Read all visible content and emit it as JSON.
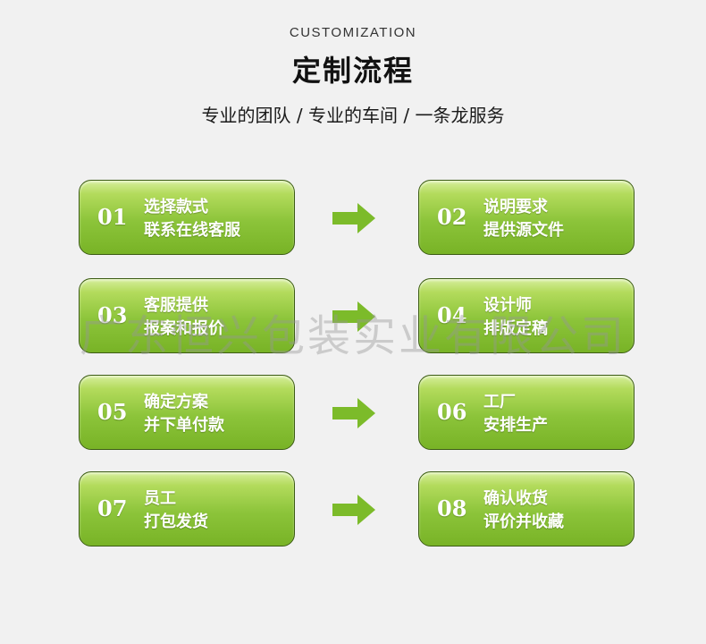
{
  "header": {
    "eyebrow": "CUSTOMIZATION",
    "title": "定制流程",
    "subtitle": "专业的团队 / 专业的车间 / 一条龙服务"
  },
  "steps": [
    {
      "num": "01",
      "line1": "选择款式",
      "line2": "联系在线客服"
    },
    {
      "num": "02",
      "line1": "说明要求",
      "line2": "提供源文件"
    },
    {
      "num": "03",
      "line1": "客服提供",
      "line2": "报案和报价"
    },
    {
      "num": "04",
      "line1": "设计师",
      "line2": "排版定稿"
    },
    {
      "num": "05",
      "line1": "确定方案",
      "line2": "并下单付款"
    },
    {
      "num": "06",
      "line1": "工厂",
      "line2": "安排生产"
    },
    {
      "num": "07",
      "line1": "员工",
      "line2": "打包发货"
    },
    {
      "num": "08",
      "line1": "确认收货",
      "line2": "评价并收藏"
    }
  ],
  "icons": {
    "arrow": "arrow-right-icon"
  },
  "colors": {
    "accent_green": "#8cc43a",
    "arrow_green": "#7cbb2a"
  },
  "watermark": "广东恒兴包装实业有限公司"
}
